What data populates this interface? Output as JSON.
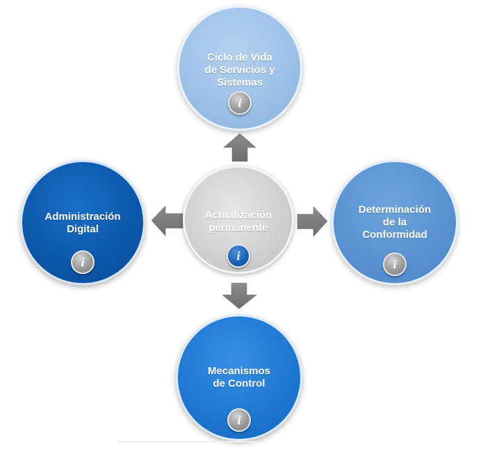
{
  "diagram": {
    "center": {
      "label": "Actualización\npermanente",
      "info_icon": "info-icon"
    },
    "nodes": {
      "top": {
        "label": "Ciclo de Vida\nde Servicios y\nSistemas",
        "info_icon": "info-icon"
      },
      "left": {
        "label": "Administración\nDigital",
        "info_icon": "info-icon"
      },
      "right": {
        "label": "Determinación\nde la\nConformidad",
        "info_icon": "info-icon"
      },
      "bottom": {
        "label": "Mecanismos\nde Control",
        "info_icon": "info-icon"
      }
    },
    "info_glyph": "i",
    "colors": {
      "top": "#9ec1e8",
      "left": "#0c58ac",
      "right": "#5993d2",
      "bottom": "#1f78d2",
      "center": "#d2d2d2",
      "arrow": "#7a7a7a",
      "info_blue": "#1560b8",
      "info_gray": "#9a9a9a"
    }
  }
}
